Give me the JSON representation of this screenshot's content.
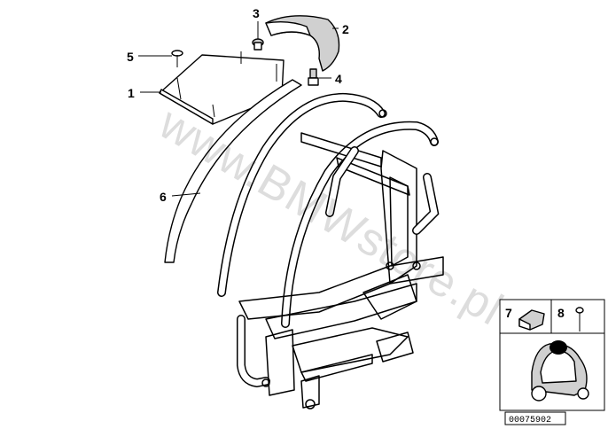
{
  "diagram": {
    "callouts": [
      {
        "id": "1",
        "label": "1"
      },
      {
        "id": "2",
        "label": "2"
      },
      {
        "id": "3",
        "label": "3"
      },
      {
        "id": "4",
        "label": "4"
      },
      {
        "id": "5",
        "label": "5"
      },
      {
        "id": "6",
        "label": "6"
      },
      {
        "id": "7",
        "label": "7"
      },
      {
        "id": "8",
        "label": "8"
      }
    ],
    "watermark": "www.BMWstore.pl",
    "reference_code": "00075902"
  }
}
